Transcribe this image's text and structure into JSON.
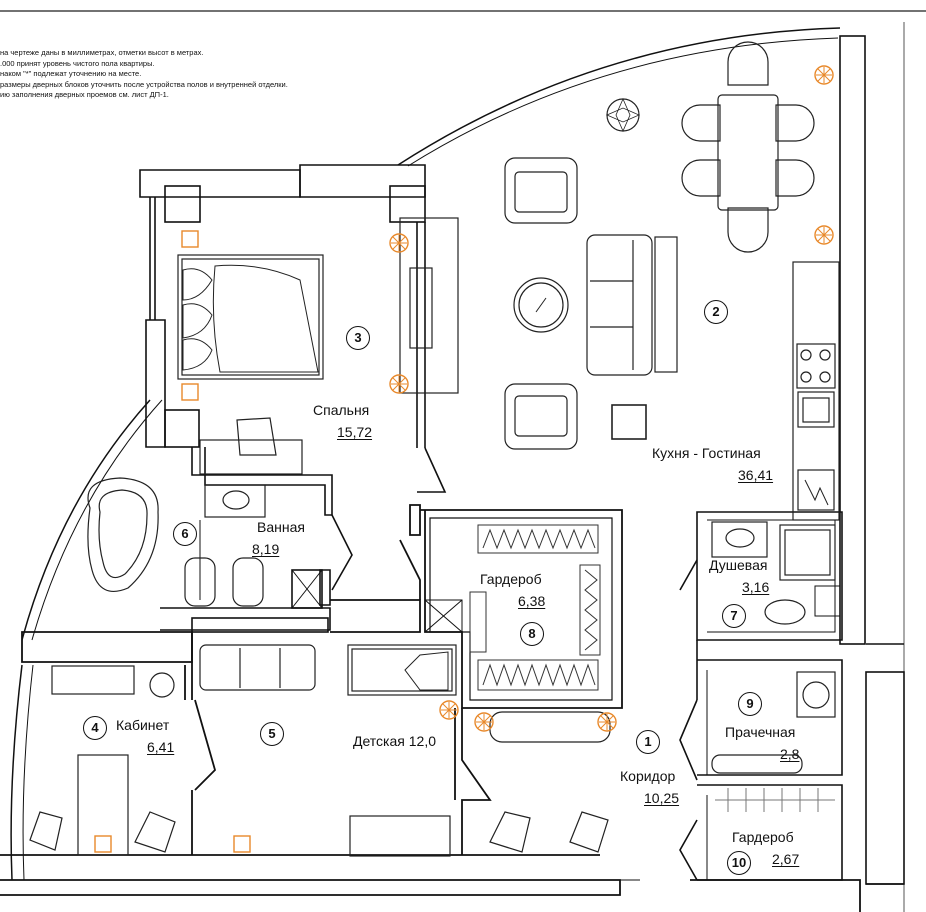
{
  "notes": [
    "на чертеже даны в миллиметрах, отметки высот в метрах.",
    ".000 принят уровень чистого пола квартиры.",
    "наком \"*\" подлежат уточнению на месте.",
    "размеры дверных блоков уточнить после устройства полов и внутренней отделки.",
    "ию заполнения дверных проемов см. лист ДП-1."
  ],
  "rooms": [
    {
      "num": "1",
      "name": "Коридор",
      "area": "10,25"
    },
    {
      "num": "2",
      "name": "Кухня - Гостиная",
      "area": "36,41"
    },
    {
      "num": "3",
      "name": "Спальня",
      "area": "15,72"
    },
    {
      "num": "4",
      "name": "Кабинет",
      "area": "6,41"
    },
    {
      "num": "5",
      "name": "Детская",
      "area": "12,0"
    },
    {
      "num": "6",
      "name": "Ванная",
      "area": "8,19"
    },
    {
      "num": "7",
      "name": "Душевая",
      "area": "3,16"
    },
    {
      "num": "8",
      "name": "Гардероб",
      "area": "6,38"
    },
    {
      "num": "9",
      "name": "Прачечная",
      "area": "2,8"
    },
    {
      "num": "10",
      "name": "Гардероб",
      "area": "2,67"
    }
  ],
  "colors": {
    "wall": "#111111",
    "line": "#222222",
    "light": "#9a9a9a",
    "fixture": "#e8892b"
  }
}
